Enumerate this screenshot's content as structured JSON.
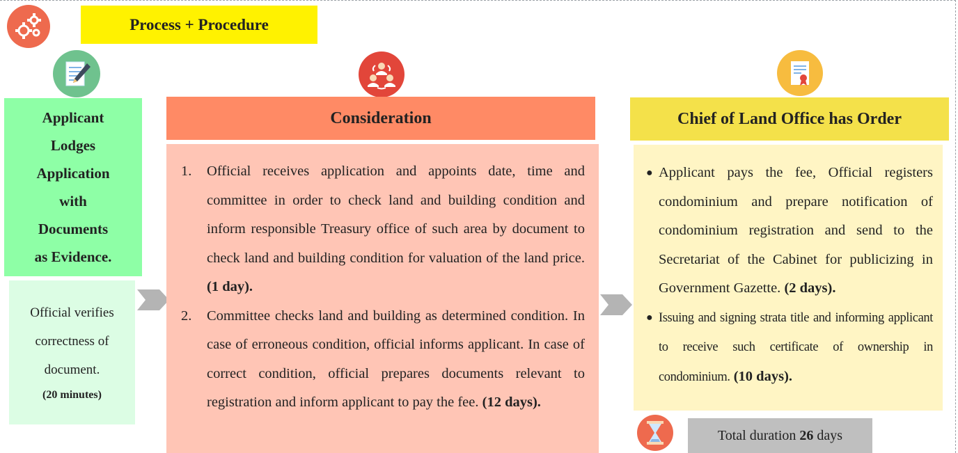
{
  "header": {
    "title": "Process + Procedure"
  },
  "icons": {
    "gears": "gears-icon",
    "document": "document-pen-icon",
    "team": "team-icon",
    "certificate": "certificate-icon",
    "hourglass": "hourglass-icon",
    "arrow": "chevron-right-icon"
  },
  "step1": {
    "title_lines": [
      "Applicant",
      "Lodges",
      "Application",
      "with",
      "Documents",
      "as Evidence."
    ],
    "verify_lines": [
      "Official verifies",
      "correctness of",
      "document."
    ],
    "duration": "(20 minutes)"
  },
  "step2": {
    "title": "Consideration",
    "items": [
      {
        "num": "1.",
        "text": "Official receives application and appoints date, time and committee in order to check land and building condition and inform responsible Treasury office of such area by document to check land and building condition for valuation of the land price.",
        "duration": "(1 day)."
      },
      {
        "num": "2.",
        "text": "Committee checks land and building as determined condition. In case of erroneous condition, official informs applicant. In case of correct condition, official prepares documents relevant to registration and inform applicant to pay the fee.",
        "duration": "(12 days)."
      }
    ]
  },
  "step3": {
    "title": "Chief of Land Office has Order",
    "items": [
      {
        "text": "Applicant pays the fee, Official registers condominium and prepare notification of condominium registration and send to the Secretariat of the Cabinet for publicizing in Government Gazette.",
        "duration": "(2 days)."
      },
      {
        "text": "Issuing and signing strata title and informing applicant to receive such certificate of ownership in condominium.",
        "duration": "(10 days)."
      }
    ]
  },
  "total": {
    "prefix": "Total duration",
    "value": "26",
    "suffix": "days"
  },
  "colors": {
    "title_banner": "#fff200",
    "applicant_box": "#8effa6",
    "verify_box": "#dcfde4",
    "consider_header": "#ff8a65",
    "consider_body": "#ffc5b5",
    "chief_header": "#f4e14a",
    "chief_body": "#fff5c4",
    "total_box": "#bfbfbf",
    "arrow": "#b4b4b4"
  }
}
